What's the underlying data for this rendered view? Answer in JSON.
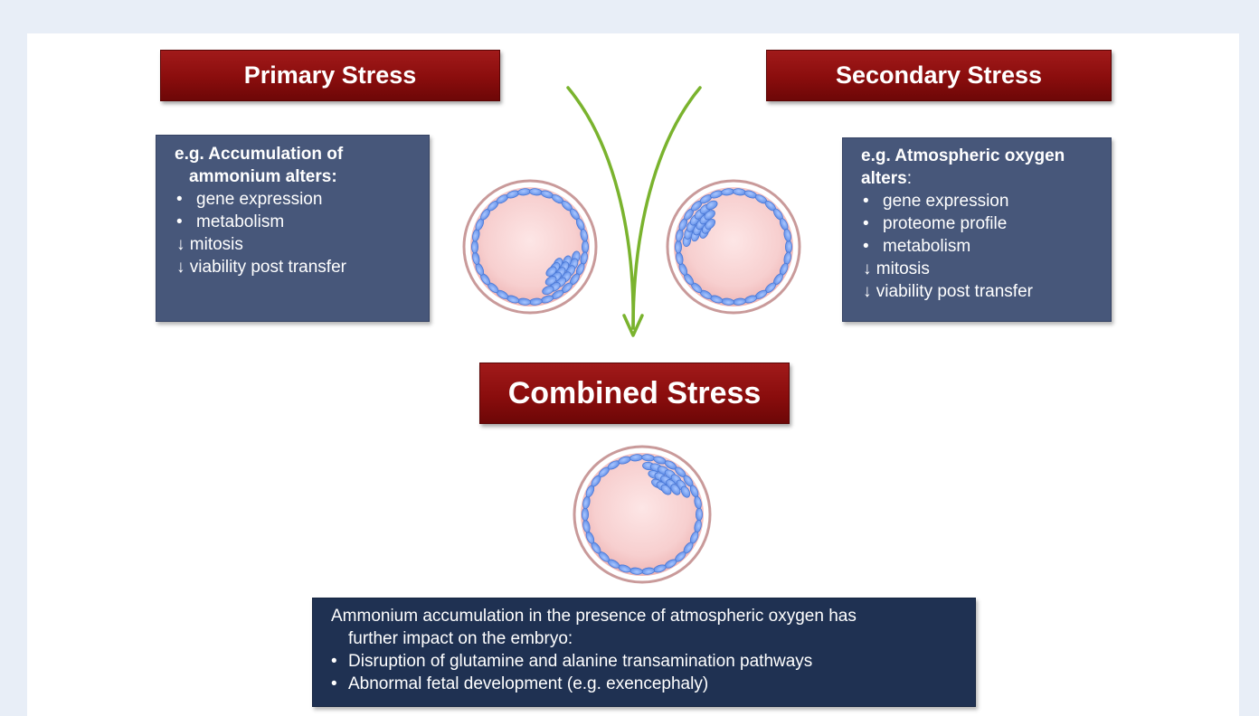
{
  "primary": {
    "title": "Primary Stress",
    "heading_line1": "e.g. Accumulation of",
    "heading_line2": "ammonium alters:",
    "bullets": [
      "gene expression",
      "metabolism"
    ],
    "arrows": [
      "↓ mitosis",
      "↓ viability post transfer"
    ]
  },
  "secondary": {
    "title": "Secondary Stress",
    "heading_line1": "e.g. Atmospheric oxygen",
    "heading_line2_bold": "alters",
    "heading_line2_rest": ":",
    "bullets": [
      "gene expression",
      "proteome profile",
      "metabolism"
    ],
    "arrows": [
      "↓ mitosis",
      "↓ viability post transfer"
    ]
  },
  "combined": {
    "title": "Combined Stress",
    "text_line1": "Ammonium accumulation in the presence of atmospheric oxygen has",
    "text_line2": "further impact on the embryo:",
    "bullets": [
      "Disruption of glutamine and alanine transamination pathways",
      "Abnormal fetal development (e.g. exencephaly)"
    ]
  },
  "bullet_symbol": "•",
  "colors": {
    "page_bg": "#e8eef7",
    "title_red": "#8a0d0d",
    "info_blue": "#47577a",
    "summary_navy": "#1f3152",
    "arrow_green": "#7ab32e",
    "embryo_pink": "#f6cccc",
    "cell_blue": "#6e9cef"
  }
}
